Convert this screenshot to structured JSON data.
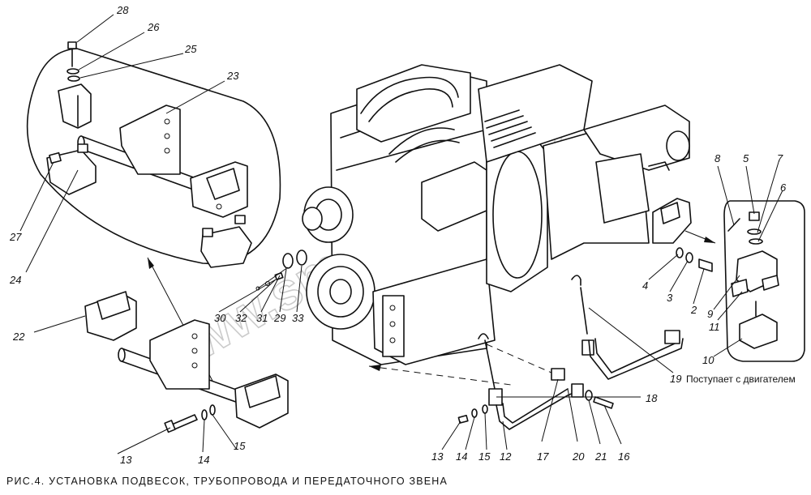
{
  "caption": "РИС.4. УСТАНОВКА ПОДВЕСОК, ТРУБОПРОВОДА И ПЕРЕДАТОЧНОГО ЗВЕНА",
  "watermark": "www.smotor-toc.kz",
  "notes": [
    {
      "id": "note-engine",
      "text": "Поступает с двигателем"
    }
  ],
  "callouts": [
    {
      "id": "c28",
      "label": "28"
    },
    {
      "id": "c26",
      "label": "26"
    },
    {
      "id": "c25",
      "label": "25"
    },
    {
      "id": "c23",
      "label": "23"
    },
    {
      "id": "c27",
      "label": "27"
    },
    {
      "id": "c24",
      "label": "24"
    },
    {
      "id": "c22",
      "label": "22"
    },
    {
      "id": "c13a",
      "label": "13"
    },
    {
      "id": "c14a",
      "label": "14"
    },
    {
      "id": "c15a",
      "label": "15"
    },
    {
      "id": "c30",
      "label": "30"
    },
    {
      "id": "c32",
      "label": "32"
    },
    {
      "id": "c31",
      "label": "31"
    },
    {
      "id": "c29",
      "label": "29"
    },
    {
      "id": "c33",
      "label": "33"
    },
    {
      "id": "c8",
      "label": "8"
    },
    {
      "id": "c5",
      "label": "5"
    },
    {
      "id": "c7",
      "label": "7"
    },
    {
      "id": "c6",
      "label": "6"
    },
    {
      "id": "c4",
      "label": "4"
    },
    {
      "id": "c3",
      "label": "3"
    },
    {
      "id": "c2",
      "label": "2"
    },
    {
      "id": "c9",
      "label": "9"
    },
    {
      "id": "c11",
      "label": "11"
    },
    {
      "id": "c10",
      "label": "10"
    },
    {
      "id": "c19",
      "label": "19"
    },
    {
      "id": "c18",
      "label": "18"
    },
    {
      "id": "c13b",
      "label": "13"
    },
    {
      "id": "c14b",
      "label": "14"
    },
    {
      "id": "c15b",
      "label": "15"
    },
    {
      "id": "c12",
      "label": "12"
    },
    {
      "id": "c17",
      "label": "17"
    },
    {
      "id": "c20",
      "label": "20"
    },
    {
      "id": "c21",
      "label": "21"
    },
    {
      "id": "c16",
      "label": "16"
    }
  ]
}
